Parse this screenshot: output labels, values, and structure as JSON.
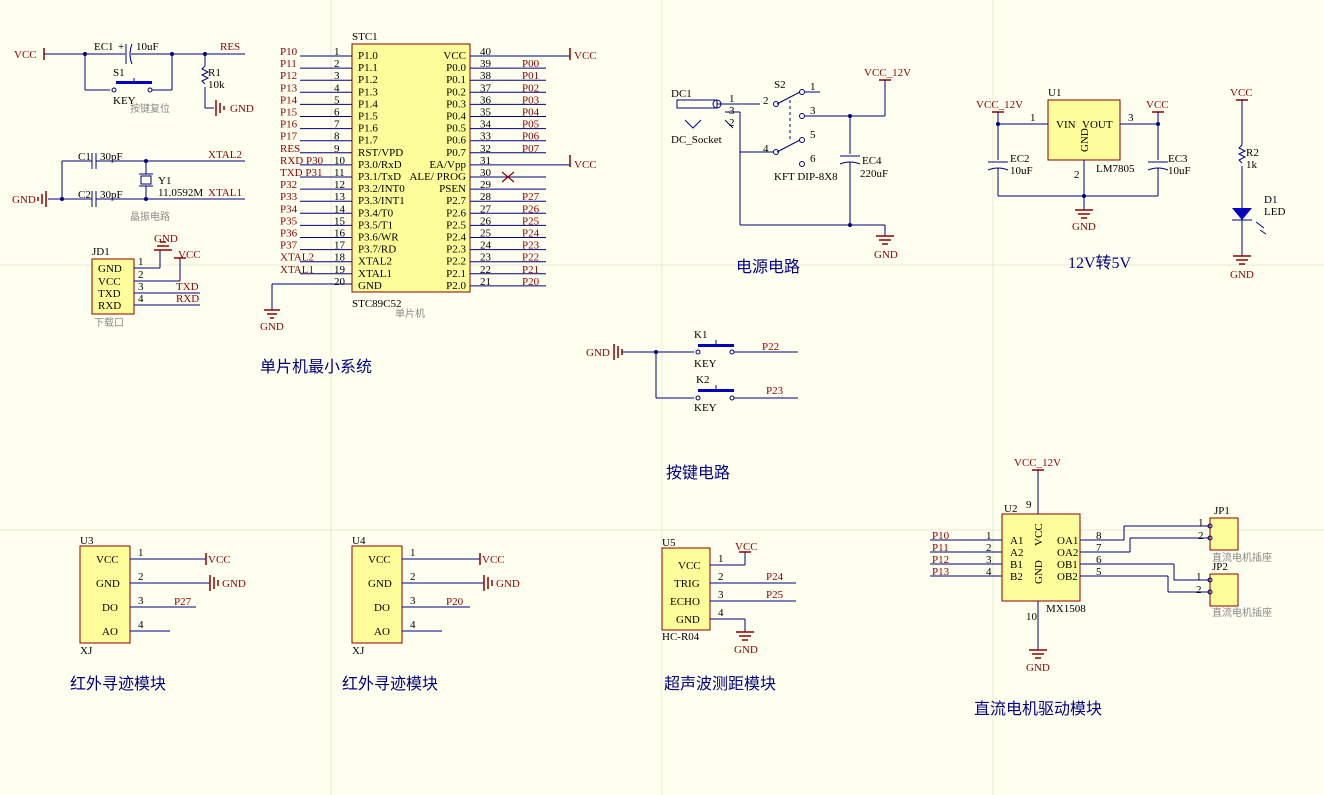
{
  "titles": {
    "mcu": "单片机最小系统",
    "power": "电源电路",
    "reg": "12V转5V",
    "keys": "按键电路",
    "ir1": "红外寻迹模块",
    "ir2": "红外寻迹模块",
    "ultra": "超声波测距模块",
    "motor": "直流电机驱动模块"
  },
  "reset": {
    "vcc": "VCC",
    "ec1": "EC1",
    "ec1_val": "10uF",
    "s1": "S1",
    "key": "KEY",
    "label": "按键复位",
    "res": "RES",
    "r1": "R1",
    "r1_val": "10k",
    "gnd": "GND",
    "plus": "+"
  },
  "crystal": {
    "c1": "C1",
    "c1_val": "30pF",
    "c2": "C2",
    "c2_val": "30pF",
    "y1": "Y1",
    "freq": "11.0592M",
    "xtal2": "XTAL2",
    "xtal1": "XTAL1",
    "gnd": "GND",
    "label": "晶振电路"
  },
  "jd1": {
    "ref": "JD1",
    "pins": [
      "GND",
      "VCC",
      "TXD",
      "RXD"
    ],
    "nums": [
      "1",
      "2",
      "3",
      "4"
    ],
    "nets": [
      "TXD",
      "RXD"
    ],
    "gnd": "GND",
    "vcc": "VCC",
    "label": "下载口"
  },
  "stc": {
    "ref": "STC1",
    "part": "STC89C52",
    "label": "单片机",
    "left_pins": [
      "P1.0",
      "P1.1",
      "P1.2",
      "P1.3",
      "P1.4",
      "P1.5",
      "P1.6",
      "P1.7",
      "RST/VPD",
      "P3.0/RxD",
      "P3.1/TxD",
      "P3.2/INT0",
      "P3.3/INT1",
      "P3.4/T0",
      "P3.5/T1",
      "P3.6/WR",
      "P3.7/RD",
      "XTAL2",
      "XTAL1",
      "GND"
    ],
    "left_nums": [
      "1",
      "2",
      "3",
      "4",
      "5",
      "6",
      "7",
      "8",
      "9",
      "10",
      "11",
      "12",
      "13",
      "14",
      "15",
      "16",
      "17",
      "18",
      "19",
      "20"
    ],
    "left_nets": [
      "P10",
      "P11",
      "P12",
      "P13",
      "P14",
      "P15",
      "P16",
      "P17",
      "RES",
      "RXD P30",
      "TXD P31",
      "P32",
      "P33",
      "P34",
      "P35",
      "P36",
      "P37",
      "XTAL2",
      "XTAL1",
      ""
    ],
    "right_pins": [
      "VCC",
      "P0.0",
      "P0.1",
      "P0.2",
      "P0.3",
      "P0.4",
      "P0.5",
      "P0.6",
      "P0.7",
      "EA/Vpp",
      "ALE/ PROG",
      "PSEN",
      "P2.7",
      "P2.6",
      "P2.5",
      "P2.4",
      "P2.3",
      "P2.2",
      "P2.1",
      "P2.0"
    ],
    "right_nums": [
      "40",
      "39",
      "38",
      "37",
      "36",
      "35",
      "34",
      "33",
      "32",
      "31",
      "30",
      "29",
      "28",
      "27",
      "26",
      "25",
      "24",
      "23",
      "22",
      "21"
    ],
    "right_nets": [
      "VCC",
      "P00",
      "P01",
      "P02",
      "P03",
      "P04",
      "P05",
      "P06",
      "P07",
      "VCC",
      "",
      "",
      "P27",
      "P26",
      "P25",
      "P24",
      "P23",
      "P22",
      "P21",
      "P20"
    ],
    "gnd": "GND"
  },
  "power": {
    "dc1": "DC1",
    "socket": "DC_Socket",
    "s2": "S2",
    "switch": "KFT DIP-8X8",
    "vcc12": "VCC_12V",
    "ec4": "EC4",
    "ec4_val": "220uF",
    "gnd": "GND",
    "dc_pins": [
      "1",
      "3",
      "2"
    ],
    "sw_pins": [
      "2",
      "1",
      "3",
      "4",
      "5",
      "6"
    ]
  },
  "reg": {
    "vcc12": "VCC_12V",
    "u1": "U1",
    "vin": "VIN",
    "vout": "VOUT",
    "gnd_pin": "GND",
    "part": "LM7805",
    "vcc": "VCC",
    "ec2": "EC2",
    "ec2_val": "10uF",
    "ec3": "EC3",
    "ec3_val": "10uF",
    "gnd": "GND",
    "pin1": "1",
    "pin3": "3",
    "pin2": "2"
  },
  "led": {
    "vcc": "VCC",
    "r2": "R2",
    "r2_val": "1k",
    "d1": "D1",
    "led": "LED",
    "gnd": "GND"
  },
  "keys": {
    "gnd": "GND",
    "k1": "K1",
    "k1_type": "KEY",
    "k1_net": "P22",
    "k2": "K2",
    "k2_type": "KEY",
    "k2_net": "P23"
  },
  "u3": {
    "ref": "U3",
    "part": "XJ",
    "pins": [
      "VCC",
      "GND",
      "DO",
      "AO"
    ],
    "nums": [
      "1",
      "2",
      "3",
      "4"
    ],
    "vcc": "VCC",
    "gnd": "GND",
    "net": "P27"
  },
  "u4": {
    "ref": "U4",
    "part": "XJ",
    "pins": [
      "VCC",
      "GND",
      "DO",
      "AO"
    ],
    "nums": [
      "1",
      "2",
      "3",
      "4"
    ],
    "vcc": "VCC",
    "gnd": "GND",
    "net": "P20"
  },
  "u5": {
    "ref": "U5",
    "part": "HC-R04",
    "pins": [
      "VCC",
      "TRIG",
      "ECHO",
      "GND"
    ],
    "nums": [
      "1",
      "2",
      "3",
      "4"
    ],
    "vcc": "VCC",
    "gnd": "GND",
    "nets": [
      "P24",
      "P25"
    ]
  },
  "u2": {
    "ref": "U2",
    "part": "MX1508",
    "vcc12": "VCC_12V",
    "gnd": "GND",
    "in_pins": [
      "A1",
      "A2",
      "B1",
      "B2"
    ],
    "in_nums": [
      "1",
      "2",
      "3",
      "4"
    ],
    "in_nets": [
      "P10",
      "P11",
      "P12",
      "P13"
    ],
    "out_pins": [
      "OA1",
      "OA2",
      "OB1",
      "OB2"
    ],
    "out_nums": [
      "8",
      "7",
      "6",
      "5"
    ],
    "vcc_pin": "VCC",
    "gnd_pin": "GND",
    "pin9": "9",
    "pin10": "10",
    "jp1": "JP1",
    "jp2": "JP2",
    "jp_label": "直流电机插座",
    "jp_pins": [
      "1",
      "2"
    ]
  }
}
